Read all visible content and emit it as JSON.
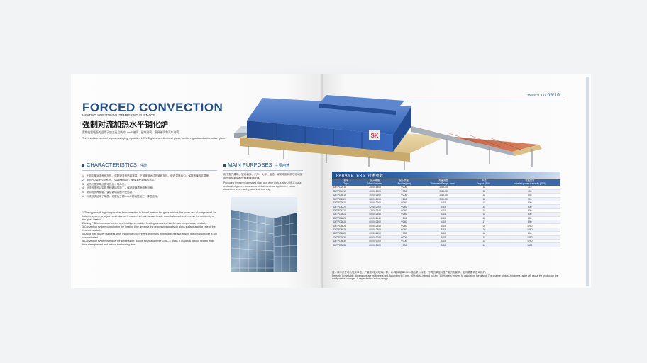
{
  "left": {
    "title": "FORCED CONVECTION",
    "subtitle": "HEATING HORIZONTAL TEMPERING FURNACE",
    "title_cn": "强制对流加热水平钢化炉",
    "intro_cn": "宽和的宽幅面的适用于加工高品质的Low-E玻璃、建筑玻璃、家具玻璃和汽车玻璃。",
    "intro_en": "This machine is used to processinghigh qualitied LOW-E glass, architectural glass, furniture glass and automotive glass.",
    "characteristics": {
      "title": "CHARACTERISTICS",
      "title_cn": "性能",
      "items_cn": [
        "1、上部平衡对流系统加热，强制对流换热效率高，下部采用远红外辐射加热，炉内温度均匀，保持玻璃的平整度。",
        "2、采用PID温度控制系统，控温精确稳定，确保钢化玻璃的品质。",
        "3、加热元件采用优质电热丝，寿命长。",
        "4、对流系统可以实现多种玻璃的加工，保证玻璃表面没有划痕。",
        "5、采用优质陶瓷辊，保证玻璃表面不受污染。",
        "6、对流系统适用于单层、双层及三银Low-E玻璃的加工，降低能耗。"
      ],
      "items_en": [
        "1.The upper with high temperature fan convection to forced heat on the glass surface, the lower use of compressed air balance system to adjust heat balance, it makes the heat furnace inside more balanced and improve the uniformity of the glass heated",
        "2.Using PID temperature control and intelligent modules heating can control the furnace temperature precisely.",
        "3.Convection system can shorten the heating time, improve the processing quality on glass surface and the rate of the finished products.",
        "4.Using high quality stainless steel lining board to prevent impurities from falling out and ensure the ceramic roller is not contaminated.",
        "5.Convection system is mainly for single silver, double silver and three Low—E glass, it makes a difficult heated glass heat strengthened and reduce the heating time."
      ]
    },
    "main_purposes": {
      "title": "MAIN PURPOSES",
      "title_cn": "主要用途",
      "text_cn": "用于生产建筑、室内装饰、汽车、火车、船舶、家用电器和其它领域使用的钢化玻璃和低辐射镀膜玻璃。",
      "text_en": "Producing tempered laminated glass and other high-quality LOW-E glass and coated glass in solar sense civilian electrical appliances, indoor decoration area, making cars, train and ship."
    },
    "brand_mark": "SK"
  },
  "right": {
    "page_label": "TNENGLASS",
    "page_numbers": "09/10",
    "parameters": {
      "title": "PARAMETERS",
      "title_cn": "技术参数",
      "headers": [
        [
          "型号",
          "Type"
        ],
        [
          "最大规格",
          "Max size(mm)"
        ],
        [
          "最小规格",
          "Min size(mm)"
        ],
        [
          "厚度范围",
          "Thickness Range（mm）"
        ],
        [
          "产量",
          "Output（F/h）"
        ],
        [
          "装机容量",
          "Installed power Capacity (KVA)"
        ]
      ],
      "rows": [
        [
          "DLTPD2515",
          "2500×1500",
          "Φ200",
          "2.85-15",
          "18",
          "315"
        ],
        [
          "DLTPD4012",
          "4000×1200",
          "Φ300",
          "2.85-15",
          "18",
          "405"
        ],
        [
          "DLTPD4015",
          "4000×1500",
          "Φ200",
          "2.85-15",
          "18",
          "505"
        ],
        [
          "DLTPD2820",
          "2800×2000",
          "Φ240",
          "2.85-15",
          "18",
          "505"
        ],
        [
          "DLTPD3620",
          "3600×2000",
          "Φ240",
          "4-15",
          "18",
          "500"
        ],
        [
          "DLTPD4220",
          "4200×2000",
          "Φ240",
          "4-15",
          "18",
          "630"
        ],
        [
          "DLTPD4224",
          "4200×2440",
          "Φ240",
          "4-15",
          "18",
          "630"
        ],
        [
          "DLTPD5024",
          "5000×2440",
          "Φ240",
          "4-15",
          "18",
          "630"
        ],
        [
          "DLTPD6024",
          "6000×2440",
          "Φ240",
          "4-15",
          "18",
          "830"
        ],
        [
          "DLTPD6028",
          "6000×2800",
          "Φ240",
          "4-15",
          "17",
          "800"
        ],
        [
          "DLTPD8024",
          "8000×2440",
          "Φ240",
          "4-15",
          "16",
          "1250"
        ],
        [
          "DLTPD8028",
          "8000×2800",
          "Φ240",
          "5-15",
          "16",
          "1250"
        ],
        [
          "DLTPD6025",
          "6000×2500",
          "Φ300",
          "5-15",
          "16",
          "800"
        ],
        [
          "DLTPD6030",
          "6000×3000",
          "Φ300",
          "5-15",
          "15",
          "1250"
        ],
        [
          "DLTPD8030",
          "8000×3000",
          "Φ300",
          "5-15",
          "15",
          "1250"
        ],
        [
          "DLTPD8033",
          "8000×3300",
          "Φ300",
          "5-15",
          "16",
          "1600"
        ]
      ]
    },
    "remark_cn": "注：表中尺寸均为毫米单位，产量按5毫米玻璃计算；以4毫米玻璃100%成品率为标准，不同的厚度对生产能力有影响，如有需要请咨询我们。",
    "remark_en": "Remark: In the table, dimensions are millimeters unit. According to 5 mm, 90% glass rubbed out and 100% glass finished to calculation the output. The change of glass thickness range will cause the production line configuration changes. It depended on actual design."
  },
  "colors": {
    "brand_blue": "#1f4e8f",
    "table_header": "#3a67a8",
    "furnace_blue": "#2f5fb3"
  }
}
